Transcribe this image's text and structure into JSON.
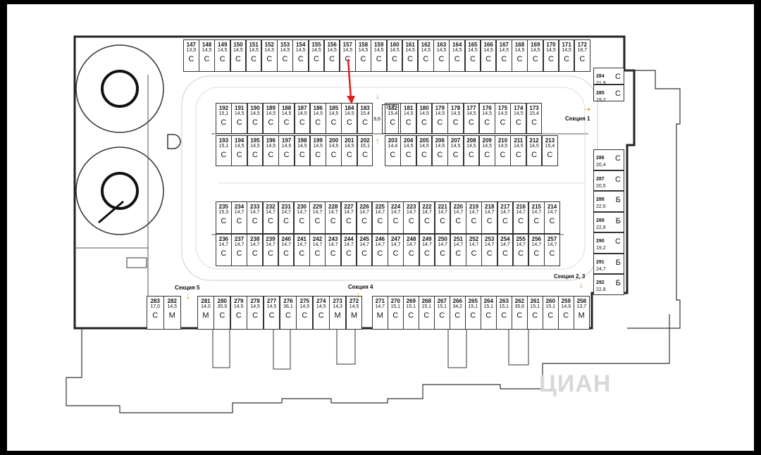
{
  "map": {
    "top_row": [
      {
        "n": "147",
        "a": "13,9",
        "t": "С"
      },
      {
        "n": "148",
        "a": "14,5",
        "t": "С"
      },
      {
        "n": "149",
        "a": "14,5",
        "t": "С"
      },
      {
        "n": "150",
        "a": "14,5",
        "t": "С"
      },
      {
        "n": "151",
        "a": "14,5",
        "t": "С"
      },
      {
        "n": "152",
        "a": "14,5",
        "t": "С"
      },
      {
        "n": "153",
        "a": "14,5",
        "t": "С"
      },
      {
        "n": "154",
        "a": "14,5",
        "t": "С"
      },
      {
        "n": "155",
        "a": "14,5",
        "t": "С"
      },
      {
        "n": "156",
        "a": "14,5",
        "t": "С"
      },
      {
        "n": "157",
        "a": "14,5",
        "t": "С"
      },
      {
        "n": "158",
        "a": "14,5",
        "t": "С"
      },
      {
        "n": "159",
        "a": "14,5",
        "t": "С"
      },
      {
        "n": "160",
        "a": "14,5",
        "t": "С"
      },
      {
        "n": "161",
        "a": "14,5",
        "t": "С"
      },
      {
        "n": "162",
        "a": "14,5",
        "t": "С"
      },
      {
        "n": "163",
        "a": "14,5",
        "t": "С"
      },
      {
        "n": "164",
        "a": "14,5",
        "t": "С"
      },
      {
        "n": "165",
        "a": "14,5",
        "t": "С"
      },
      {
        "n": "166",
        "a": "14,5",
        "t": "С"
      },
      {
        "n": "167",
        "a": "14,5",
        "t": "С"
      },
      {
        "n": "168",
        "a": "14,5",
        "t": "С"
      },
      {
        "n": "169",
        "a": "14,5",
        "t": "С"
      },
      {
        "n": "170",
        "a": "14,5",
        "t": "С"
      },
      {
        "n": "171",
        "a": "14,5",
        "t": "С"
      },
      {
        "n": "172",
        "a": "18,7",
        "t": "С"
      }
    ],
    "row2_left": [
      {
        "n": "192",
        "a": "15,1",
        "t": "С"
      },
      {
        "n": "191",
        "a": "14,5",
        "t": "С"
      },
      {
        "n": "190",
        "a": "14,5",
        "t": "С"
      },
      {
        "n": "189",
        "a": "14,5",
        "t": "С"
      },
      {
        "n": "188",
        "a": "14,5",
        "t": "С"
      },
      {
        "n": "187",
        "a": "14,5",
        "t": "С"
      },
      {
        "n": "186",
        "a": "14,5",
        "t": "С"
      },
      {
        "n": "185",
        "a": "14,5",
        "t": "С"
      },
      {
        "n": "184",
        "a": "14,5",
        "t": "С"
      },
      {
        "n": "183",
        "a": "15,4",
        "t": "С"
      }
    ],
    "row2_right": [
      {
        "n": "182",
        "a": "15,4",
        "t": "С"
      },
      {
        "n": "181",
        "a": "14,5",
        "t": "С"
      },
      {
        "n": "180",
        "a": "14,5",
        "t": "С"
      },
      {
        "n": "179",
        "a": "14,5",
        "t": "С"
      },
      {
        "n": "178",
        "a": "14,5",
        "t": "С"
      },
      {
        "n": "177",
        "a": "14,5",
        "t": "С"
      },
      {
        "n": "176",
        "a": "14,5",
        "t": "С"
      },
      {
        "n": "175",
        "a": "14,5",
        "t": "С"
      },
      {
        "n": "174",
        "a": "14,5",
        "t": "С"
      },
      {
        "n": "173",
        "a": "15,4",
        "t": "С"
      }
    ],
    "row3_left": [
      {
        "n": "193",
        "a": "15,1",
        "t": "С"
      },
      {
        "n": "194",
        "a": "14,5",
        "t": "С"
      },
      {
        "n": "195",
        "a": "14,5",
        "t": "С"
      },
      {
        "n": "196",
        "a": "14,5",
        "t": "С"
      },
      {
        "n": "197",
        "a": "14,5",
        "t": "С"
      },
      {
        "n": "198",
        "a": "14,5",
        "t": "С"
      },
      {
        "n": "199",
        "a": "14,5",
        "t": "С"
      },
      {
        "n": "200",
        "a": "14,5",
        "t": "С"
      },
      {
        "n": "201",
        "a": "14,5",
        "t": "С"
      },
      {
        "n": "202",
        "a": "15,1",
        "t": "С"
      }
    ],
    "row3_right": [
      {
        "n": "203",
        "a": "14,4",
        "t": "С"
      },
      {
        "n": "204",
        "a": "14,5",
        "t": "С"
      },
      {
        "n": "205",
        "a": "14,5",
        "t": "С"
      },
      {
        "n": "206",
        "a": "14,5",
        "t": "С"
      },
      {
        "n": "207",
        "a": "14,5",
        "t": "С"
      },
      {
        "n": "208",
        "a": "14,5",
        "t": "С"
      },
      {
        "n": "209",
        "a": "14,5",
        "t": "С"
      },
      {
        "n": "210",
        "a": "14,5",
        "t": "С"
      },
      {
        "n": "211",
        "a": "14,5",
        "t": "С"
      },
      {
        "n": "212",
        "a": "14,5",
        "t": "С"
      },
      {
        "n": "213",
        "a": "15,4",
        "t": "С"
      }
    ],
    "row4": [
      {
        "n": "235",
        "a": "15,3",
        "t": "С"
      },
      {
        "n": "234",
        "a": "14,7",
        "t": "С"
      },
      {
        "n": "233",
        "a": "14,7",
        "t": "С"
      },
      {
        "n": "232",
        "a": "14,7",
        "t": "С"
      },
      {
        "n": "231",
        "a": "14,7",
        "t": "С"
      },
      {
        "n": "230",
        "a": "14,7",
        "t": "С"
      },
      {
        "n": "229",
        "a": "14,7",
        "t": "С"
      },
      {
        "n": "228",
        "a": "14,7",
        "t": "С"
      },
      {
        "n": "227",
        "a": "14,7",
        "t": "С"
      },
      {
        "n": "226",
        "a": "14,7",
        "t": "С"
      },
      {
        "n": "225",
        "a": "14,7",
        "t": "С"
      },
      {
        "n": "224",
        "a": "14,7",
        "t": "С"
      },
      {
        "n": "223",
        "a": "14,7",
        "t": "С"
      },
      {
        "n": "222",
        "a": "14,7",
        "t": "С"
      },
      {
        "n": "221",
        "a": "14,7",
        "t": "С"
      },
      {
        "n": "220",
        "a": "14,7",
        "t": "С"
      },
      {
        "n": "219",
        "a": "14,7",
        "t": "С"
      },
      {
        "n": "218",
        "a": "14,7",
        "t": "С"
      },
      {
        "n": "217",
        "a": "14,7",
        "t": "С"
      },
      {
        "n": "216",
        "a": "14,7",
        "t": "С"
      },
      {
        "n": "215",
        "a": "14,7",
        "t": "С"
      },
      {
        "n": "214",
        "a": "14,7",
        "t": "С"
      }
    ],
    "row5": [
      {
        "n": "236",
        "a": "14,7",
        "t": "С"
      },
      {
        "n": "237",
        "a": "14,7",
        "t": "С"
      },
      {
        "n": "238",
        "a": "14,7",
        "t": "С"
      },
      {
        "n": "239",
        "a": "14,7",
        "t": "С"
      },
      {
        "n": "240",
        "a": "14,7",
        "t": "С"
      },
      {
        "n": "241",
        "a": "14,7",
        "t": "С"
      },
      {
        "n": "242",
        "a": "14,7",
        "t": "С"
      },
      {
        "n": "243",
        "a": "14,7",
        "t": "С"
      },
      {
        "n": "244",
        "a": "14,7",
        "t": "С"
      },
      {
        "n": "245",
        "a": "14,7",
        "t": "С"
      },
      {
        "n": "246",
        "a": "14,7",
        "t": "С"
      },
      {
        "n": "247",
        "a": "14,7",
        "t": "С"
      },
      {
        "n": "248",
        "a": "14,7",
        "t": "С"
      },
      {
        "n": "249",
        "a": "14,7",
        "t": "С"
      },
      {
        "n": "250",
        "a": "14,7",
        "t": "С"
      },
      {
        "n": "251",
        "a": "14,7",
        "t": "С"
      },
      {
        "n": "252",
        "a": "14,7",
        "t": "С"
      },
      {
        "n": "253",
        "a": "14,7",
        "t": "С"
      },
      {
        "n": "254",
        "a": "14,7",
        "t": "С"
      },
      {
        "n": "255",
        "a": "14,7",
        "t": "С"
      },
      {
        "n": "256",
        "a": "14,7",
        "t": "С"
      },
      {
        "n": "257",
        "a": "14,7",
        "t": "С"
      }
    ],
    "bottom_left": [
      {
        "n": "283",
        "a": "17,0",
        "t": "С"
      },
      {
        "n": "282",
        "a": "14,5",
        "t": "М"
      }
    ],
    "bottom_mid": [
      {
        "n": "281",
        "a": "14,0",
        "t": "М"
      },
      {
        "n": "280",
        "a": "35,9",
        "t": "С"
      },
      {
        "n": "279",
        "a": "14,5",
        "t": "С"
      },
      {
        "n": "278",
        "a": "14,5",
        "t": "С"
      },
      {
        "n": "277",
        "a": "14,5",
        "t": "С"
      },
      {
        "n": "276",
        "a": "36,1",
        "t": "С"
      },
      {
        "n": "275",
        "a": "14,5",
        "t": "С"
      },
      {
        "n": "274",
        "a": "14,5",
        "t": "С"
      },
      {
        "n": "273",
        "a": "14,3",
        "t": "М"
      },
      {
        "n": "272",
        "a": "14,5",
        "t": "М"
      }
    ],
    "bottom_right": [
      {
        "n": "271",
        "a": "14,7",
        "t": "М"
      },
      {
        "n": "270",
        "a": "15,1",
        "t": "С"
      },
      {
        "n": "269",
        "a": "15,1",
        "t": "С"
      },
      {
        "n": "268",
        "a": "15,1",
        "t": "С"
      },
      {
        "n": "267",
        "a": "15,1",
        "t": "С"
      },
      {
        "n": "266",
        "a": "34,2",
        "t": "С"
      },
      {
        "n": "265",
        "a": "15,1",
        "t": "С"
      },
      {
        "n": "264",
        "a": "15,1",
        "t": "С"
      },
      {
        "n": "263",
        "a": "15,1",
        "t": "С"
      },
      {
        "n": "262",
        "a": "35,6",
        "t": "С"
      },
      {
        "n": "261",
        "a": "15,1",
        "t": "С"
      },
      {
        "n": "260",
        "a": "15,1",
        "t": "С"
      },
      {
        "n": "259",
        "a": "14,9",
        "t": "С"
      },
      {
        "n": "258",
        "a": "13,7",
        "t": "М"
      }
    ],
    "right_top": [
      {
        "n": "284",
        "a": "21,9",
        "t": "С"
      },
      {
        "n": "285",
        "a": "19,2",
        "t": "С"
      }
    ],
    "right_bottom": [
      {
        "n": "286",
        "a": "20,4",
        "t": "С"
      },
      {
        "n": "287",
        "a": "20,5",
        "t": "С"
      },
      {
        "n": "288",
        "a": "22,6",
        "t": "Б"
      },
      {
        "n": "289",
        "a": "22,8",
        "t": "Б"
      },
      {
        "n": "290",
        "a": "19,2",
        "t": "С"
      },
      {
        "n": "291",
        "a": "24,7",
        "t": "Б"
      },
      {
        "n": "292",
        "a": "22,8",
        "t": "Б"
      }
    ],
    "stair_area": "9,6",
    "stair_box": "11,7"
  },
  "sections": {
    "s1": "Секция 1",
    "s23": "Секция 2, 3",
    "s4": "Секция 4",
    "s5": "Секция 5"
  },
  "colors": {
    "pointer": "#e02020",
    "section_arrow": "#e8821e"
  }
}
